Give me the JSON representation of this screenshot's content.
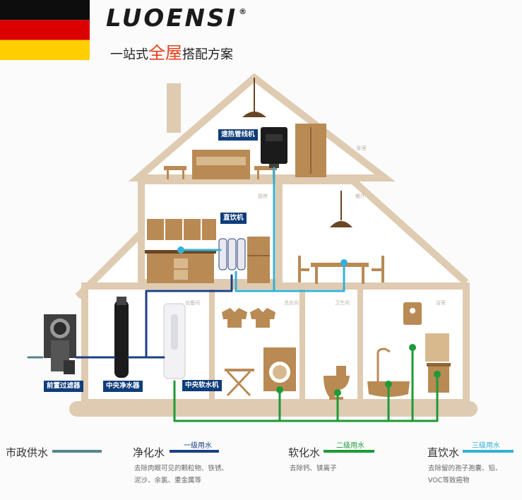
{
  "brand": {
    "logo": "LUOENSI",
    "reg": "®"
  },
  "tagline": {
    "pre": "一站式",
    "highlight": "全屋",
    "post": "搭配方案"
  },
  "colors": {
    "beam": "#dfcbb1",
    "wall": "#ffffff",
    "brown": "#b98a54",
    "dark": "#1b3f86",
    "gray": "#55858f",
    "green": "#1e9a37",
    "cyan": "#35b0d6",
    "flag": [
      "#0d0d0d",
      "#dd0000",
      "#ffce00"
    ]
  },
  "labels": {
    "hot": "速热管线机",
    "direct": "直饮机",
    "pre": "前置过滤器",
    "central": "中央净水器",
    "softener": "中央软水机"
  },
  "rooms": {
    "bedroom": "卧室",
    "kitchen": "厨房",
    "dining": "餐厅",
    "equipment": "设备间",
    "laundry": "洗衣间",
    "toilet": "卫生间",
    "bath": "浴室"
  },
  "legend": {
    "city": {
      "title": "市政供水"
    },
    "purify": {
      "title": "净化水",
      "tag": "一级用水",
      "desc1": "去除肉眼可见的颗粒物、铁锈、",
      "desc2": "泥沙、余氯、重金属等"
    },
    "soft": {
      "title": "软化水",
      "tag": "二级用水",
      "desc1": "去除钙、镁离子"
    },
    "direct": {
      "title": "直饮水",
      "tag": "三级用水",
      "desc1": "去除留的孢子孢囊、铅、",
      "desc2": "VOC等致癌物"
    }
  }
}
